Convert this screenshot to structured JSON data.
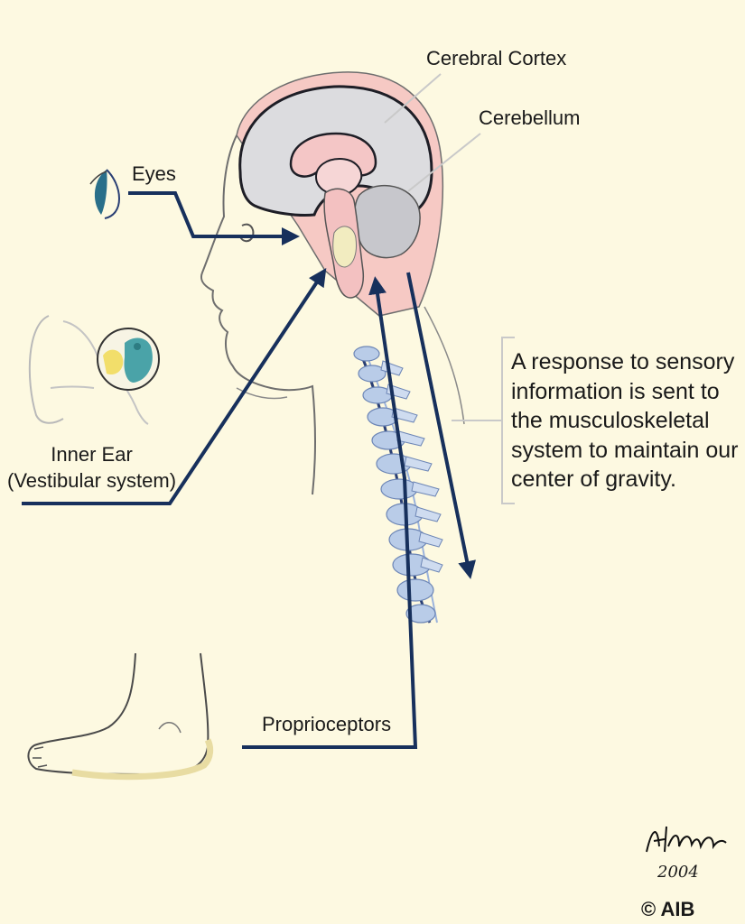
{
  "labels": {
    "cerebral_cortex": "Cerebral Cortex",
    "cerebellum": "Cerebellum",
    "eyes": "Eyes",
    "inner_ear_line1": "Inner Ear",
    "inner_ear_line2": "(Vestibular system)",
    "proprioceptors": "Proprioceptors",
    "response_text": "A response to sensory information is sent to the musculoskeletal system to maintain our center of gravity."
  },
  "signature": {
    "year": "2004",
    "copyright": "© AIB"
  },
  "colors": {
    "background": "#fdf9e1",
    "arrow": "#17305c",
    "skull_pink": "#f6c9c4",
    "brain_gray": "#dcdcdf",
    "spine_blue": "#b9cce8",
    "ear_teal": "#4aa3a8",
    "ear_yellow": "#f2de6a"
  }
}
